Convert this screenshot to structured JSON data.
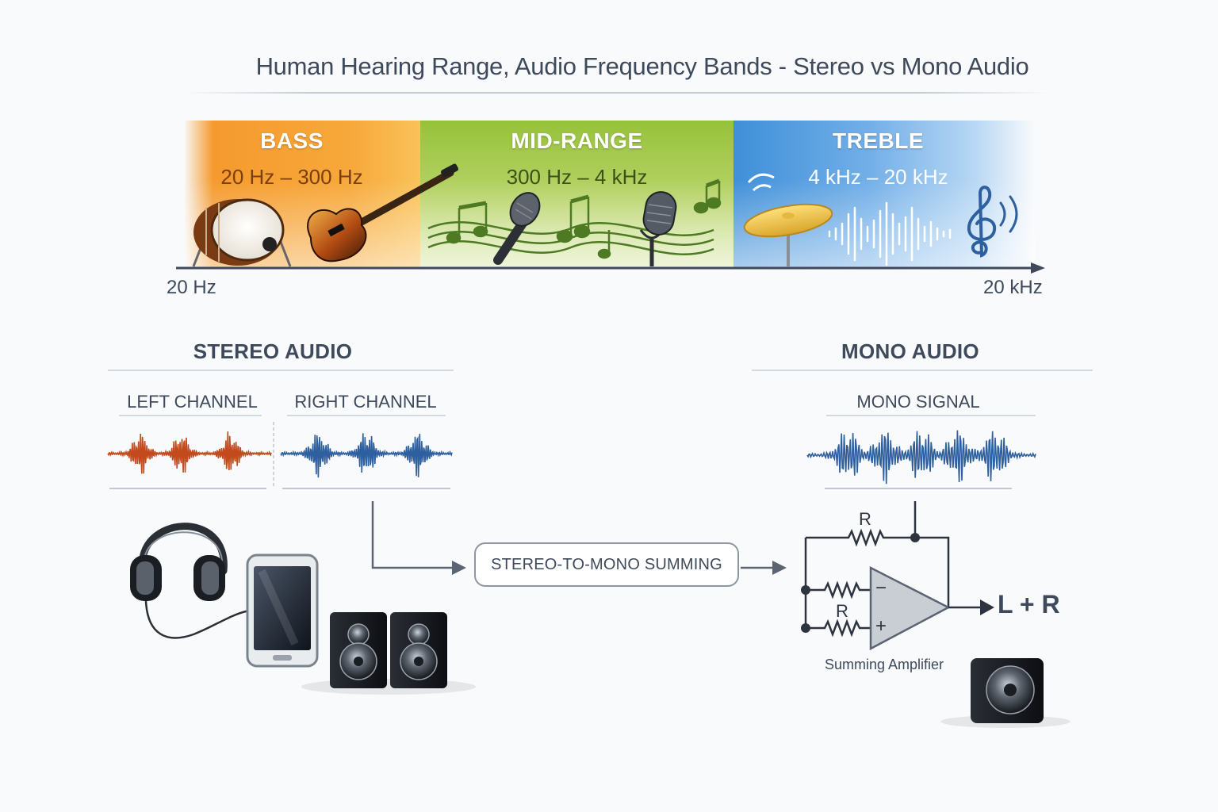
{
  "title": "Human Hearing Range, Audio Frequency Bands - Stereo vs Mono Audio",
  "frequency_bar": {
    "bands": [
      {
        "name": "BASS",
        "range": "20 Hz – 300 Hz",
        "color": "#f59a2e"
      },
      {
        "name": "MID-RANGE",
        "range": "300 Hz – 4 kHz",
        "color": "#96c23a"
      },
      {
        "name": "TREBLE",
        "range": "4 kHz – 20 kHz",
        "color": "#3f8fd8"
      }
    ],
    "axis_start": "20 Hz",
    "axis_end": "20 kHz",
    "icons": [
      "bass-drum-icon",
      "bass-guitar-icon",
      "music-notes-icon",
      "microphone-icon",
      "studio-microphone-icon",
      "cymbal-icon",
      "waveform-icon",
      "treble-clef-icon"
    ]
  },
  "stereo": {
    "title": "STEREO AUDIO",
    "left_label": "LEFT CHANNEL",
    "right_label": "RIGHT CHANNEL",
    "left_color": "#c24a1c",
    "right_color": "#2e5f9e",
    "devices": [
      "headphones-icon",
      "smartphone-icon",
      "speaker-pair-icon"
    ]
  },
  "summing": {
    "label": "STEREO-TO-MONO SUMMING"
  },
  "mono": {
    "title": "MONO AUDIO",
    "signal_label": "MONO SIGNAL",
    "wave_color": "#2e5f9e",
    "circuit": {
      "resistor_label": "R",
      "minus": "−",
      "plus": "+",
      "amp_label": "Summing Amplifier",
      "output_label": "L + R"
    },
    "device": "speaker-icon"
  }
}
